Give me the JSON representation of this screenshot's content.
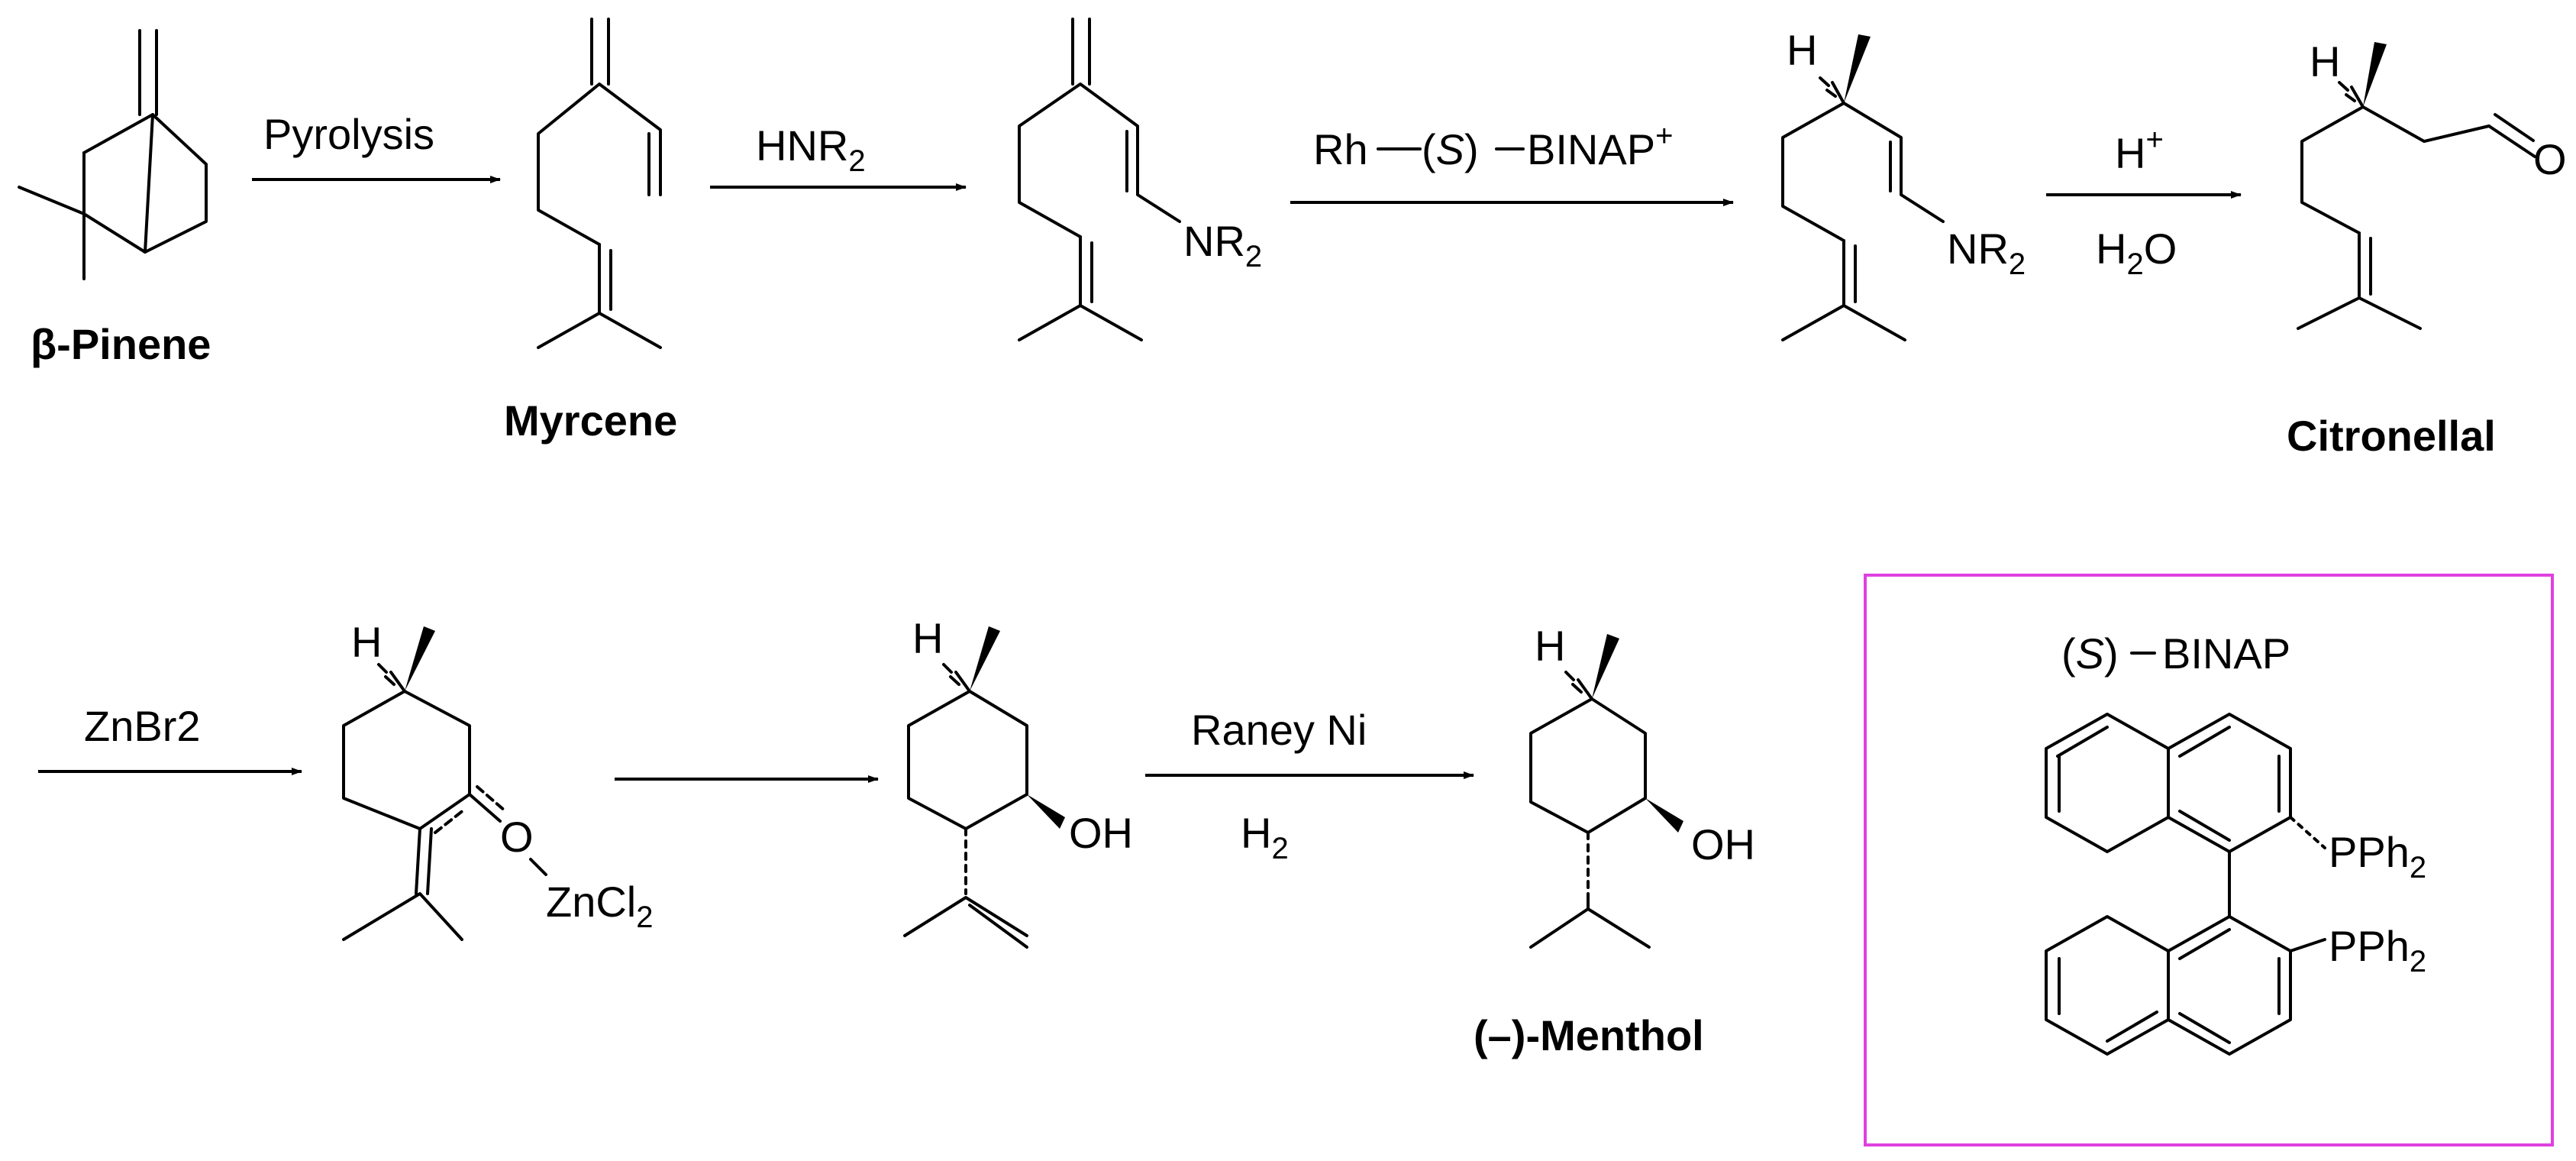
{
  "compounds": {
    "beta_pinene": "β-Pinene",
    "myrcene": "Myrcene",
    "citronellal": "Citronellal",
    "menthol": "(–)-Menthol"
  },
  "reagents": {
    "pyrolysis": "Pyrolysis",
    "hnr2_main": "HNR",
    "hnr2_sub": "2",
    "rh_binap": "Rh",
    "rh_binap_s": "S",
    "rh_binap_rest": "BINAP",
    "rh_binap_sup": "+",
    "acid": "H",
    "acid_sup": "+",
    "water_main": "H",
    "water_sub": "2",
    "water_tail": "O",
    "znbr2": "ZnBr2",
    "raney": "Raney Ni",
    "h2_main": "H",
    "h2_sub": "2"
  },
  "atoms": {
    "h": "H",
    "o": "O",
    "oh": "OH",
    "nr": "NR",
    "nr_sub": "2",
    "zncl": "ZnCl",
    "zncl_sub": "2",
    "pph": "PPh",
    "pph_sub": "2"
  },
  "binap_box": {
    "title_s": "S",
    "title_rest": "BINAP",
    "border_color": "#e040e0"
  }
}
